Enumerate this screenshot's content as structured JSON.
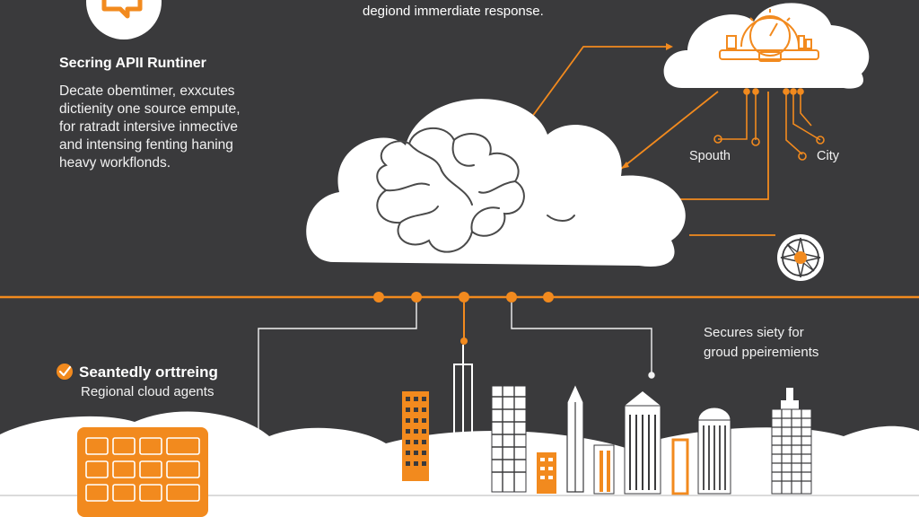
{
  "colors": {
    "background": "#3a3a3c",
    "accent": "#f28a1e",
    "cloud": "#ffffff",
    "line_art": "#4a4a4a"
  },
  "top_caption": "degiond immerdiate response.",
  "left_panel": {
    "heading": "Secring APII Runtiner",
    "description_lines": [
      "Decate obemtimer, exxcutes",
      "dictienity one source empute,",
      "for ratradt intersive inmective",
      "and intensing fenting haning",
      "heavy workflonds."
    ]
  },
  "gauge_labels": {
    "south": "Spouth",
    "city": "City"
  },
  "right_note": {
    "lines": [
      "Secures siety for",
      "groud ppeiremients"
    ]
  },
  "checked_item": {
    "title": "Seantedly orttreing",
    "subtitle": "Regional cloud agents"
  },
  "icons": [
    "chat-bubble-icon",
    "gauge-icon",
    "brain-icon",
    "compass-icon",
    "check-circle-icon",
    "server-rack-icon"
  ]
}
